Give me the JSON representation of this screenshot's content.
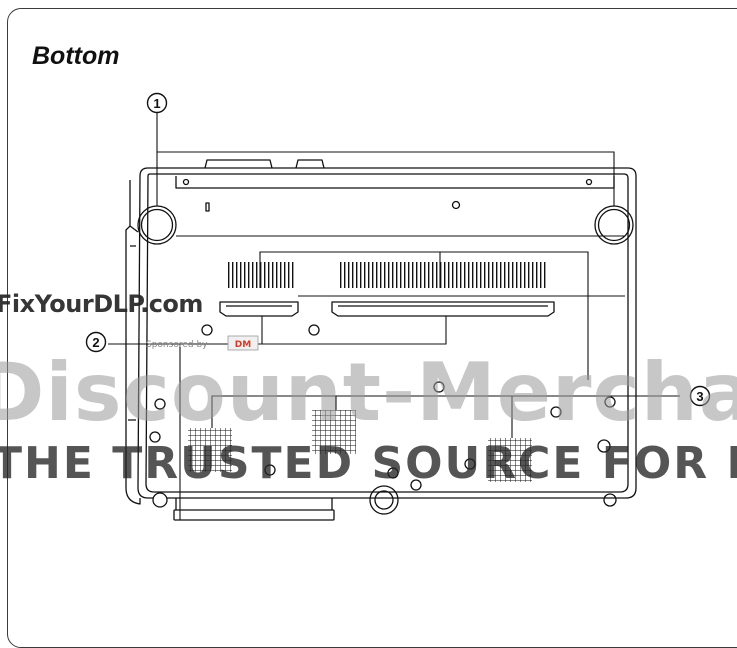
{
  "page": {
    "title": "Bottom"
  },
  "callouts": [
    {
      "number": "1",
      "glyph": "①"
    },
    {
      "number": "2",
      "glyph": "②"
    },
    {
      "number": "3",
      "glyph": "③"
    }
  ],
  "watermarks": {
    "fixyourdlp": "FixYourDLP.com",
    "sponsored_by": "Sponsored by",
    "sponsor_logo": "DM",
    "discount_merchant": "Discount-Merchant.com",
    "tagline": "THE TRUSTED SOURCE FOR PROJECTOR LAMPS"
  },
  "colors": {
    "line": "#111111",
    "frame": "#3a3a3a",
    "watermark_gray": "#9a9a9a",
    "watermark_dark": "#262626",
    "watermark_blue": "#1c3f8f",
    "logo_red": "#d23a2a"
  }
}
